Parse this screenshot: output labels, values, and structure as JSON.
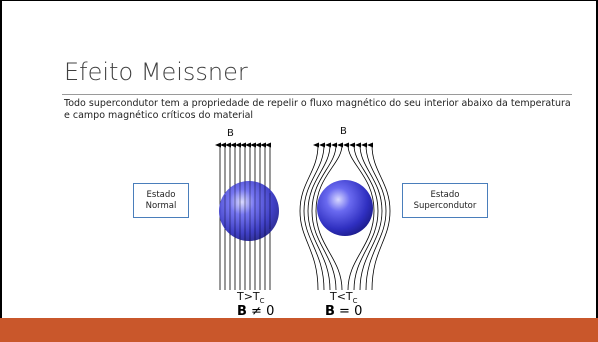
{
  "slide": {
    "title": "Efeito Meissner",
    "description": "Todo supercondutor tem a propriedade de repelir o fluxo magnético do seu interior abaixo da temperatura e campo magnético críticos do material",
    "normal_state_label": "Estado Normal",
    "super_state_label": "Estado Supercondutor",
    "field_label_left": "B",
    "field_label_right": "B",
    "temp_left_main": "T>T",
    "temp_left_sub": "C",
    "temp_right_main": "T<T",
    "temp_right_sub": "C",
    "eq_left_symbol": "B",
    "eq_left_rest": " ≠ 0",
    "eq_right_symbol": "B",
    "eq_right_rest": " = 0",
    "colors": {
      "accent": "#c9572b",
      "box_border": "#4a7ebb",
      "sphere": "#3a3ad0"
    }
  }
}
